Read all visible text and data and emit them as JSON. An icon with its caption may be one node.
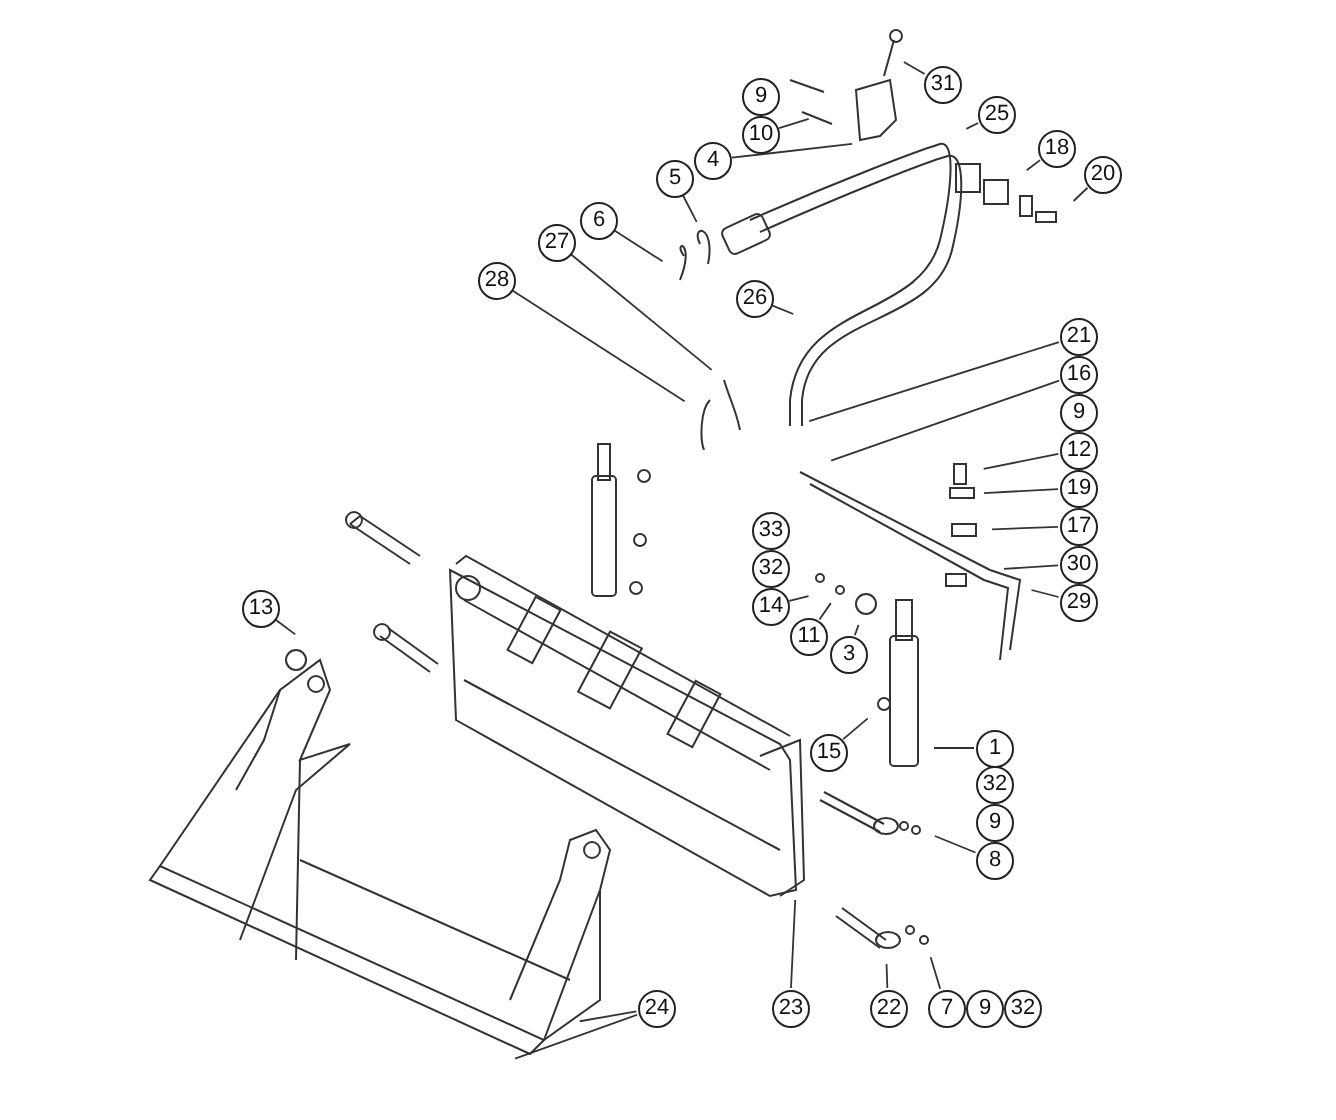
{
  "diagram": {
    "nodes": [
      {
        "text": [
          "31"
        ]
      },
      {
        "text": [
          "10"
        ]
      },
      {
        "text": [
          "25"
        ]
      },
      {
        "text": [
          "4"
        ]
      },
      {
        "text": [
          "18"
        ]
      },
      {
        "text": [
          "5"
        ]
      },
      {
        "text": [
          "20"
        ]
      },
      {
        "text": [
          "6"
        ]
      },
      {
        "text": [
          "27"
        ]
      },
      {
        "text": [
          "28"
        ]
      },
      {
        "text": [
          "26"
        ]
      },
      {
        "text": [
          "21"
        ]
      },
      {
        "text": [
          "16"
        ]
      },
      {
        "text": [
          "12"
        ]
      },
      {
        "text": [
          "19"
        ]
      },
      {
        "text": [
          "17"
        ]
      },
      {
        "text": [
          "30"
        ]
      },
      {
        "text": [
          "14"
        ]
      },
      {
        "text": [
          "29"
        ]
      },
      {
        "text": [
          "13"
        ]
      },
      {
        "text": [
          "11"
        ]
      },
      {
        "text": [
          "3"
        ]
      },
      {
        "text": [
          "15"
        ]
      },
      {
        "text": [
          "1"
        ]
      },
      {
        "text": [
          "8"
        ]
      },
      {
        "text": [
          "24"
        ]
      },
      {
        "text": [
          "23"
        ]
      },
      {
        "text": [
          "22"
        ]
      },
      {
        "text": [
          "7"
        ]
      },
      {
        "text": [
          "9"
        ]
      },
      {
        "text": [
          "9"
        ]
      },
      {
        "text": [
          "33"
        ]
      },
      {
        "text": [
          "32"
        ]
      },
      {
        "text": [
          "32"
        ]
      },
      {
        "text": [
          "9"
        ]
      },
      {
        "text": [
          "9"
        ]
      },
      {
        "text": [
          "32"
        ]
      }
    ],
    "edges": [
      {
        "from": 0,
        "to": null,
        "arrow": "none"
      },
      {
        "from": 1,
        "to": null,
        "arrow": "none"
      },
      {
        "from": 2,
        "to": null,
        "arrow": "none"
      },
      {
        "from": 3,
        "to": null,
        "arrow": "none"
      },
      {
        "from": 4,
        "to": null,
        "arrow": "none"
      },
      {
        "from": 5,
        "to": null,
        "arrow": "none"
      },
      {
        "from": 6,
        "to": null,
        "arrow": "none"
      },
      {
        "from": 7,
        "to": null,
        "arrow": "none"
      },
      {
        "from": 8,
        "to": null,
        "arrow": "none"
      },
      {
        "from": 9,
        "to": null,
        "arrow": "none"
      },
      {
        "from": 10,
        "to": null,
        "arrow": "none"
      },
      {
        "from": 11,
        "to": null,
        "arrow": "none"
      },
      {
        "from": 12,
        "to": null,
        "arrow": "none"
      },
      {
        "from": 13,
        "to": null,
        "arrow": "none"
      },
      {
        "from": 14,
        "to": null,
        "arrow": "none"
      },
      {
        "from": 15,
        "to": null,
        "arrow": "none"
      },
      {
        "from": 16,
        "to": null,
        "arrow": "none"
      },
      {
        "from": 17,
        "to": null,
        "arrow": "none"
      },
      {
        "from": 18,
        "to": null,
        "arrow": "none"
      },
      {
        "from": 19,
        "to": null,
        "arrow": "none"
      },
      {
        "from": 20,
        "to": null,
        "arrow": "none"
      },
      {
        "from": 21,
        "to": null,
        "arrow": "none"
      },
      {
        "from": 22,
        "to": null,
        "arrow": "none"
      },
      {
        "from": 23,
        "to": null,
        "arrow": "none"
      },
      {
        "from": 24,
        "to": null,
        "arrow": "none"
      },
      {
        "from": 25,
        "to": null,
        "arrow": "none"
      },
      {
        "from": 25,
        "to": null,
        "arrow": "none"
      },
      {
        "from": 26,
        "to": null,
        "arrow": "none"
      },
      {
        "from": 27,
        "to": null,
        "arrow": "none"
      },
      {
        "from": 28,
        "to": null,
        "arrow": "none"
      }
    ]
  }
}
